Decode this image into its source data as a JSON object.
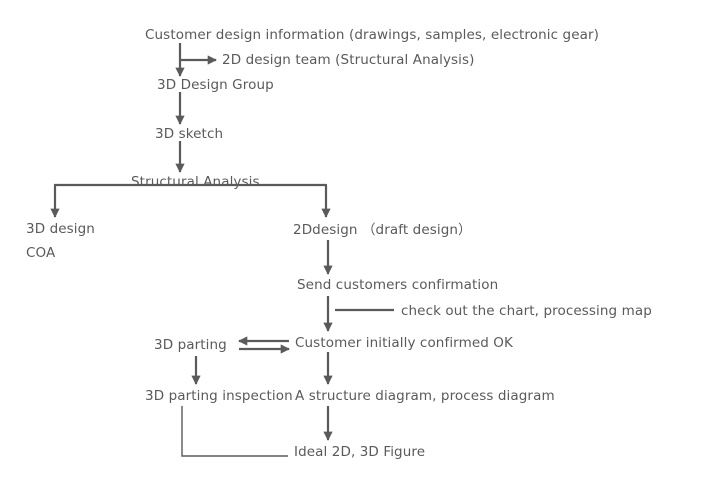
{
  "diagram": {
    "line_color": "#5a5a5a",
    "text_color": "#5a5a5a",
    "background": "#ffffff",
    "nodes": {
      "customer_info": "Customer design information (drawings, samples, electronic gear)",
      "team_2d": "2D design team (Structural Analysis)",
      "group_3d": "3D Design Group",
      "sketch_3d": "3D sketch",
      "structural_analysis": "Structural Analysis",
      "design_3d": "3D design",
      "coa": "COA",
      "design_2d": "2Ddesign （draft design）",
      "send_confirmation": "Send customers confirmation",
      "check_chart": "check out the chart, processing map",
      "parting_3d": "3D parting",
      "initially_confirmed": "Customer initially confirmed OK",
      "parting_inspection": "3D parting inspection",
      "structure_diagram": "A structure diagram, process diagram",
      "ideal_figure": "Ideal 2D, 3D Figure"
    }
  }
}
